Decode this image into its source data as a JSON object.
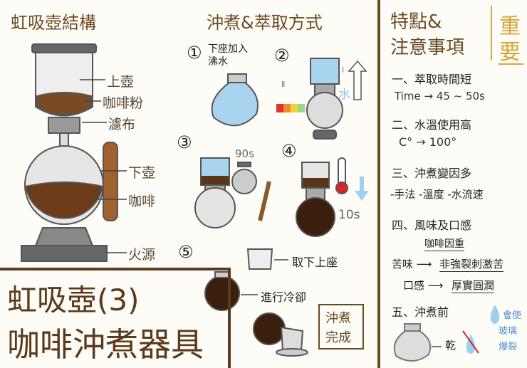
{
  "structure": {
    "title": "虹吸壺結構",
    "labels": {
      "upper": "上壺",
      "grounds": "咖啡粉",
      "filter": "濾布",
      "lower": "下壺",
      "coffee": "咖啡",
      "heat": "火源"
    }
  },
  "method": {
    "title": "沖煮&萃取方式",
    "step1": {
      "num": "①",
      "text1": "下座加入",
      "text2": "沸水"
    },
    "step2": {
      "num": "②",
      "mark1": "Ⅰ",
      "mark2": "Ⅱ",
      "water": "水"
    },
    "step3": {
      "num": "③",
      "time": "90s"
    },
    "step4": {
      "num": "④",
      "time": "10s"
    },
    "step5": {
      "num": "⑤",
      "remove": "取下上座",
      "cool": "進行冷卻"
    },
    "done1": "沖煮",
    "done2": "完成"
  },
  "banner": {
    "line1": "虹吸壺(3)",
    "line2": "咖啡沖煮器具"
  },
  "notes": {
    "title1": "特點&",
    "title2": "注意事項",
    "important1": "重",
    "important2": "要",
    "items": [
      {
        "head": "一、萃取時間短",
        "detail": "Time → 45 ~ 50s"
      },
      {
        "head": "二、水溫使用高",
        "detail": "C° → 100°"
      },
      {
        "head": "三、沖煮變因多",
        "detail": "-手法 -溫度 -水流速"
      },
      {
        "head": "四、風味及口感",
        "sub": "咖啡因重",
        "bitter_label": "苦味 ⟶",
        "bitter": "非強裂刺激苦",
        "mouth_label": "口感 ⟶",
        "mouth": "厚實圓潤"
      },
      {
        "head": "五、沖煮前",
        "dry": "乾",
        "warn": [
          "會使",
          "玻璃",
          "爆裂"
        ]
      }
    ]
  },
  "colors": {
    "brown": "#6b4a22",
    "gold": "#d9a53a",
    "water": "#a8d4ef",
    "coffee": "#4a2a14",
    "glass": "#d8d8d8"
  }
}
